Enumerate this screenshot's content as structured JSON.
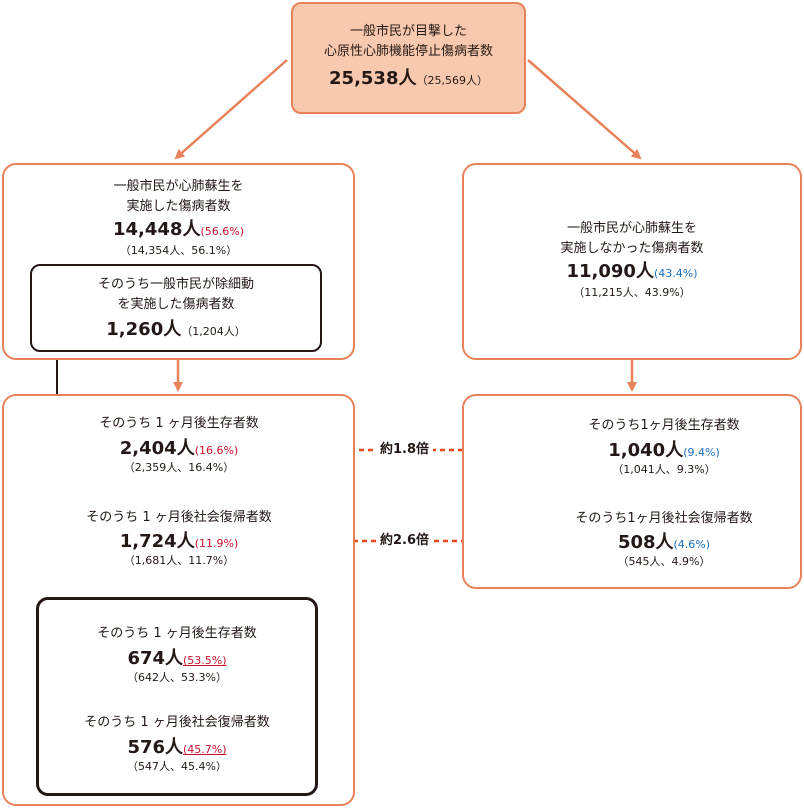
{
  "top": {
    "label1": "一般市民が目撃した",
    "label2": "心原性心肺機能停止傷病者数",
    "count": "25,538人",
    "prev": "（25,569人）"
  },
  "left_cpr": {
    "label1": "一般市民が心肺蘇生を",
    "label2": "実施した傷病者数",
    "count": "14,448人",
    "pct": "(56.6%)",
    "prev": "（14,354人、56.1%）"
  },
  "aed": {
    "label1": "そのうち一般市民が除細動",
    "label2": "を実施した傷病者数",
    "count": "1,260人",
    "prev": "（1,204人）"
  },
  "right_nocpr": {
    "label1": "一般市民が心肺蘇生を",
    "label2": "実施しなかった傷病者数",
    "count": "11,090人",
    "pct": "(43.4%)",
    "prev": "（11,215人、43.9%）"
  },
  "left_outcomes": {
    "survival_label": "そのうち 1 ヶ月後生存者数",
    "survival_count": "2,404人",
    "survival_pct": "(16.6%)",
    "survival_prev": "（2,359人、16.4%）",
    "social_label": "そのうち 1 ヶ月後社会復帰者数",
    "social_count": "1,724人",
    "social_pct": "(11.9%)",
    "social_prev": "（1,681人、11.7%）"
  },
  "aed_outcomes": {
    "survival_label": "そのうち 1 ヶ月後生存者数",
    "survival_count": "674人",
    "survival_pct": "(53.5%)",
    "survival_prev": "（642人、53.3%）",
    "social_label": "そのうち 1 ヶ月後社会復帰者数",
    "social_count": "576人",
    "social_pct": "(45.7%)",
    "social_prev": "（547人、45.4%）"
  },
  "right_outcomes": {
    "survival_label": "そのうち1ヶ月後生存者数",
    "survival_count": "1,040人",
    "survival_pct": "(9.4%)",
    "survival_prev": "（1,041人、9.3%）",
    "social_label": "そのうち1ヶ月後社会復帰者数",
    "social_count": "508人",
    "social_pct": "(4.6%)",
    "social_prev": "（545人、4.9%）"
  },
  "ratios": {
    "survival": "約1.8倍",
    "social": "約2.6倍"
  },
  "colors": {
    "orange_border": "#e8825a",
    "top_fill": "#f8c9ae",
    "dashed_arrow": "#e8461e",
    "red_pct": "#c8102e",
    "blue_pct": "#1a6fc0"
  }
}
